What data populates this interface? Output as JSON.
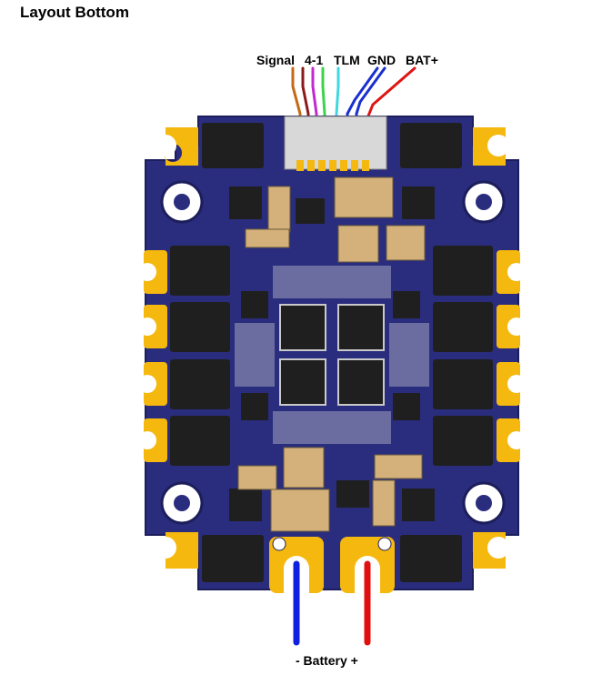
{
  "title": "Layout Bottom",
  "wires": {
    "signal": "Signal",
    "channels": "4-1",
    "tlm": "TLM",
    "gnd": "GND",
    "bat": "BAT+"
  },
  "battery_label": "- Battery +",
  "colors": {
    "pcb": "#2a2d7d",
    "pcb_dark": "#1c1e5c",
    "pad": "#f5b80e",
    "chip": "#1f1f1f",
    "wire_signal": "#c46a14",
    "wire_ch1": "#8b1a1a",
    "wire_ch2": "#c02ad0",
    "wire_ch3": "#3fd24f",
    "wire_tlm": "#3fd8e0",
    "wire_gnd": "#1a2fcf",
    "wire_bat": "#e01414",
    "battery_neg": "#1020e0",
    "battery_pos": "#e01010"
  }
}
